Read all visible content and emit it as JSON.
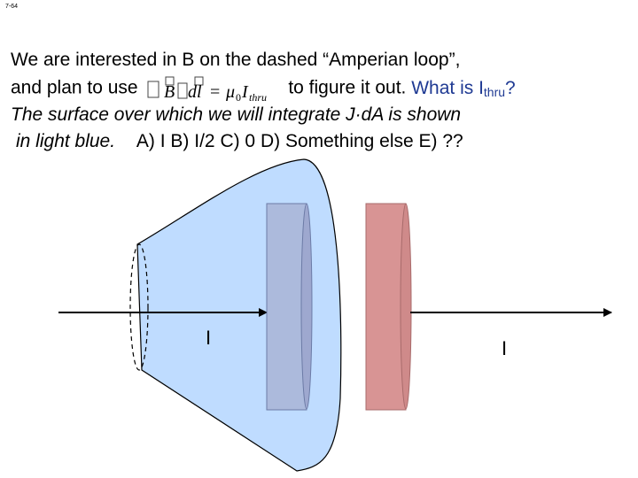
{
  "slide_id": "7-64",
  "question": {
    "line1": "We are interested in B on the dashed “Amperian loop”,",
    "line2_prefix": "and plan to use",
    "line2_suffix": "to figure it out.",
    "line2_question": "What is I",
    "line2_question_sub": "thru",
    "line2_question_end": "?",
    "line3": "The surface over which we will integrate J·dA is shown",
    "line4": "in light blue.",
    "answers": "A) I   B) I/2   C)  0   D) Something else  E) ??"
  },
  "formula": {
    "b": "B",
    "dl": "dl",
    "eq": "=",
    "mu": "μ",
    "mu_sub": "0",
    "i": "I",
    "i_sub": "thru"
  },
  "diagram": {
    "current_left_label": "I",
    "current_right_label": "I"
  },
  "colors": {
    "surface_fill": "#bfdcff",
    "left_plate": "#aab6d8",
    "right_plate": "#d89494",
    "accent": "#1f3a93"
  }
}
